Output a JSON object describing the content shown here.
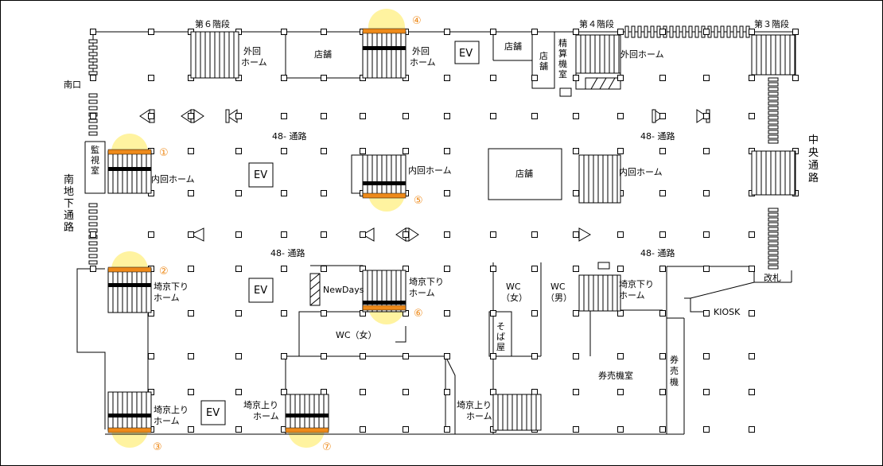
{
  "colors": {
    "accent": "#ee8a1a",
    "glow": "#fff3a0",
    "line": "#000000",
    "background": "#ffffff"
  },
  "labels": {
    "stairs6": "第６階段",
    "stairs4": "第４階段",
    "stairs3": "第３階段",
    "outer1": "外回",
    "outer2": "ホーム",
    "shop": "店舗",
    "shopV": [
      "店",
      "舗"
    ],
    "seisanV": [
      "精",
      "算",
      "機",
      "室"
    ],
    "ev": "EV",
    "minamiguchi": "南口",
    "kanshiV": [
      "監",
      "視",
      "室"
    ],
    "minamiChikaV": [
      "南",
      "地",
      "下",
      "通",
      "路"
    ],
    "chuoV": [
      "中",
      "央",
      "通",
      "路"
    ],
    "tsuro48": "48- 通路",
    "inner": "内回ホーム",
    "saikyoDown1": "埼京下り",
    "saikyoUp1": "埼京上り",
    "home": "ホーム",
    "newdays": "NewDays",
    "wcF": "WC（女）",
    "wc": "WC",
    "fem": "（女）",
    "male": "（男）",
    "sobaV": [
      "そ",
      "ば",
      "屋"
    ],
    "kaisatsu": "改札",
    "kiosk": "KIOSK",
    "kenbaikiShitsu": "券売機室",
    "kenbaikiV": [
      "券",
      "売",
      "機"
    ]
  },
  "markers": [
    "①",
    "②",
    "③",
    "④",
    "⑤",
    "⑥",
    "⑦"
  ]
}
